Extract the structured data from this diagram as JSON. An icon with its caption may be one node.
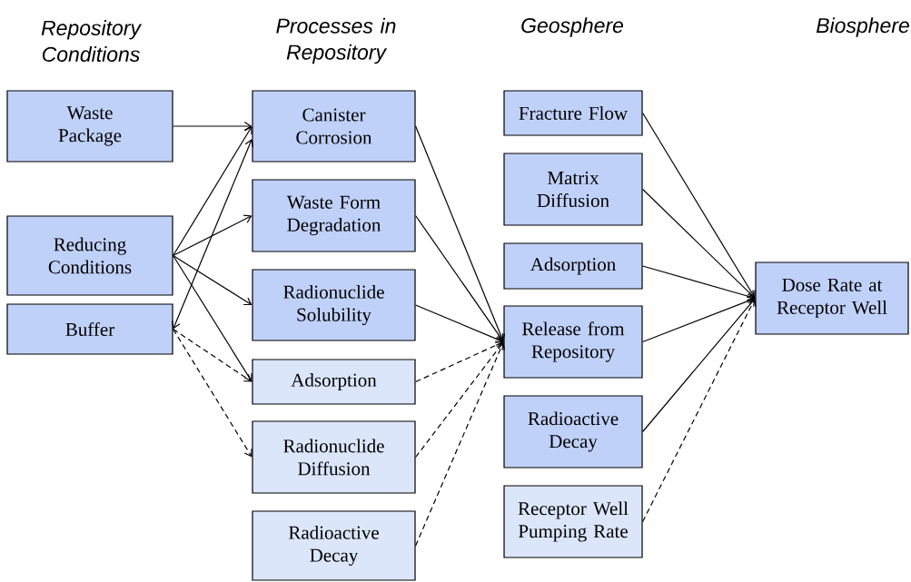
{
  "diagram": {
    "nodes": [
      {
        "text": [
          "Waste Package"
        ]
      },
      {
        "text": [
          "Reducing Conditions"
        ]
      },
      {
        "text": [
          "Buffer"
        ]
      },
      {
        "text": [
          "Canister Corrosion"
        ]
      },
      {
        "text": [
          "Waste Form Degradation"
        ]
      },
      {
        "text": [
          "Radionuclide Solubility"
        ]
      },
      {
        "text": [
          "Adsorption"
        ]
      },
      {
        "text": [
          "Radionuclide Diffusion"
        ]
      },
      {
        "text": [
          "Radioactive Decay"
        ]
      },
      {
        "text": [
          "Fracture Flow"
        ]
      },
      {
        "text": [
          "Matrix Diffusion"
        ]
      },
      {
        "text": [
          "Adsorption"
        ]
      },
      {
        "text": [
          "Release from Repository"
        ]
      },
      {
        "text": [
          "Radioactive Decay"
        ]
      },
      {
        "text": [
          "Receptor Well Pumping Rate"
        ]
      },
      {
        "text": [
          "Dose Rate at Receptor Well"
        ]
      }
    ],
    "edges": [
      {
        "from": 0,
        "to": 3,
        "arrow": "to"
      },
      {
        "from": 1,
        "to": 3,
        "arrow": "to"
      },
      {
        "from": 1,
        "to": 4,
        "arrow": "to"
      },
      {
        "from": 1,
        "to": 5,
        "arrow": "to"
      },
      {
        "from": 1,
        "to": 6,
        "arrow": "to"
      },
      {
        "from": 2,
        "to": 3,
        "arrow": "both"
      },
      {
        "from": 2,
        "to": 6,
        "arrow": "to",
        "style": "dashed"
      },
      {
        "from": 2,
        "to": 7,
        "arrow": "to",
        "style": "dashed"
      },
      {
        "from": 3,
        "to": 12,
        "arrow": "to"
      },
      {
        "from": 4,
        "to": 12,
        "arrow": "to"
      },
      {
        "from": 5,
        "to": 12,
        "arrow": "to"
      },
      {
        "from": 6,
        "to": 12,
        "arrow": "to",
        "style": "dashed"
      },
      {
        "from": 7,
        "to": 12,
        "arrow": "to",
        "style": "dashed"
      },
      {
        "from": 8,
        "to": 12,
        "arrow": "to",
        "style": "dashed"
      },
      {
        "from": 9,
        "to": 15,
        "arrow": "to"
      },
      {
        "from": 10,
        "to": 15,
        "arrow": "to"
      },
      {
        "from": 11,
        "to": 15,
        "arrow": "to"
      },
      {
        "from": 12,
        "to": 15,
        "arrow": "to"
      },
      {
        "from": 13,
        "to": 15,
        "arrow": "to"
      },
      {
        "from": 14,
        "to": 15,
        "arrow": "to",
        "style": "dashed"
      }
    ],
    "labels": [
      "Repository Conditions",
      "Processes in Repository",
      "Geosphere",
      "Biosphere"
    ]
  }
}
